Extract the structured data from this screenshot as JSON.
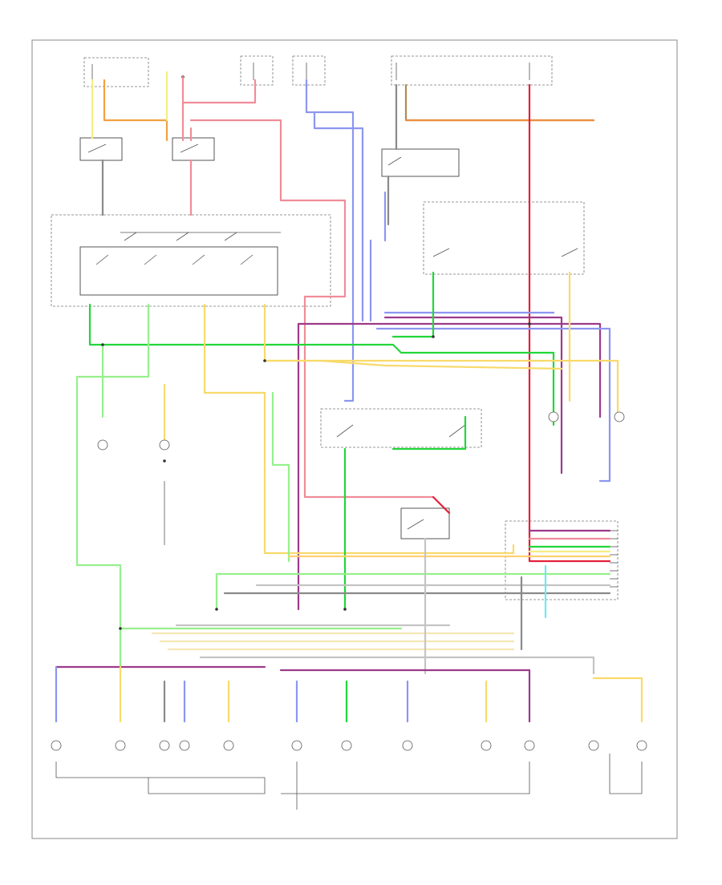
{
  "colors": {
    "red": "#e4203a",
    "pink": "#f08c98",
    "blue": "#8c96f0",
    "green": "#22d63a",
    "ltgreen": "#96f08c",
    "yellow": "#f8da6a",
    "ltyellow": "#f5ee82",
    "orange": "#f4a040",
    "gray": "#8a8a8a",
    "ltgray": "#c4c4c4",
    "purple": "#9c3a8a",
    "cyan": "#6ee8f4",
    "brown": "#b08a5a"
  },
  "diagram": {
    "footer_label": "",
    "components": [
      {
        "id": "fuse-1",
        "label": ""
      },
      {
        "id": "fuse-2",
        "label": ""
      },
      {
        "id": "fuse-3",
        "label": ""
      },
      {
        "id": "fuse-4",
        "label": ""
      },
      {
        "id": "fuse-5",
        "label": ""
      },
      {
        "id": "headlamp-switch",
        "label": ""
      },
      {
        "id": "turn-signal-switch",
        "label": ""
      },
      {
        "id": "brake-switch",
        "label": ""
      },
      {
        "id": "hazard-flasher",
        "label": ""
      },
      {
        "id": "connector-block",
        "label": ""
      }
    ]
  }
}
